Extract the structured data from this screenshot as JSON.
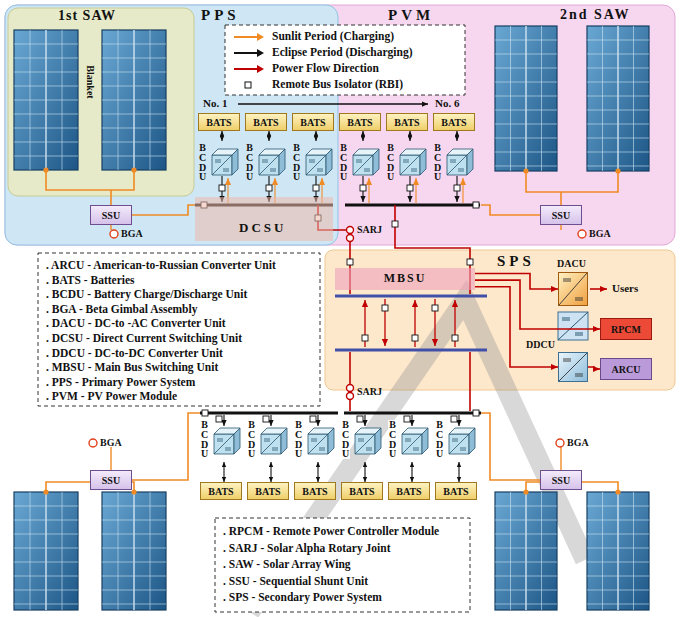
{
  "diagram": {
    "nodes": [
      {
        "text": [
          "PPS"
        ]
      },
      {
        "text": [
          "1st SAW"
        ],
        "in": 0
      },
      {
        "text": [
          "SSU"
        ],
        "in": 0
      },
      {
        "text": [
          "DCSU"
        ],
        "in": 0
      },
      {
        "text": [
          "BATS"
        ],
        "in": 0
      },
      {
        "text": [
          "BATS"
        ],
        "in": 0
      },
      {
        "text": [
          "BATS"
        ],
        "in": 0
      },
      {
        "text": [
          "BCDU"
        ],
        "in": 0
      },
      {
        "text": [
          "BCDU"
        ],
        "in": 0
      },
      {
        "text": [
          "BCDU"
        ],
        "in": 0
      },
      {
        "text": [
          "PVM"
        ]
      },
      {
        "text": [
          "BATS"
        ],
        "in": 10
      },
      {
        "text": [
          "BATS"
        ],
        "in": 10
      },
      {
        "text": [
          "BATS"
        ],
        "in": 10
      },
      {
        "text": [
          "BCDU"
        ],
        "in": 10
      },
      {
        "text": [
          "BCDU"
        ],
        "in": 10
      },
      {
        "text": [
          "BCDU"
        ],
        "in": 10
      },
      {
        "text": [
          "SSU"
        ],
        "in": 10
      },
      {
        "text": [
          "SPS"
        ]
      },
      {
        "text": [
          "MBSU"
        ],
        "in": 18
      },
      {
        "text": [
          "DACU"
        ],
        "in": 18
      },
      {
        "text": [
          "RPCM"
        ],
        "in": 18
      },
      {
        "text": [
          "DDCU"
        ],
        "in": 18
      },
      {
        "text": [
          "ARCU"
        ],
        "in": 18
      },
      {
        "text": [
          "BCDU"
        ]
      },
      {
        "text": [
          "BCDU"
        ]
      },
      {
        "text": [
          "BCDU"
        ]
      },
      {
        "text": [
          "BCDU"
        ]
      },
      {
        "text": [
          "BCDU"
        ]
      },
      {
        "text": [
          "BCDU"
        ]
      },
      {
        "text": [
          "BATS"
        ]
      },
      {
        "text": [
          "BATS"
        ]
      },
      {
        "text": [
          "BATS"
        ]
      },
      {
        "text": [
          "BATS"
        ]
      },
      {
        "text": [
          "BATS"
        ]
      },
      {
        "text": [
          "BATS"
        ]
      },
      {
        "text": [
          "SSU"
        ]
      },
      {
        "text": [
          "SSU"
        ]
      }
    ],
    "edges": [
      {
        "from": 4,
        "to": 7,
        "arrow": "both"
      },
      {
        "from": 5,
        "to": 8,
        "arrow": "both"
      },
      {
        "from": 6,
        "to": 9,
        "arrow": "both"
      },
      {
        "from": 11,
        "to": 14,
        "arrow": "both"
      },
      {
        "from": 12,
        "to": 15,
        "arrow": "both"
      },
      {
        "from": 13,
        "to": 16,
        "arrow": "both"
      },
      {
        "from": 30,
        "to": 24,
        "arrow": "both"
      },
      {
        "from": 31,
        "to": 25,
        "arrow": "both"
      },
      {
        "from": 32,
        "to": 26,
        "arrow": "both"
      },
      {
        "from": 33,
        "to": 27,
        "arrow": "both"
      },
      {
        "from": 34,
        "to": 28,
        "arrow": "both"
      },
      {
        "from": 35,
        "to": 29,
        "arrow": "both"
      },
      {
        "from": 19,
        "to": 20,
        "arrow": "to"
      },
      {
        "from": 19,
        "to": 21,
        "arrow": "to"
      },
      {
        "from": 19,
        "to": 22,
        "arrow": "to"
      },
      {
        "from": 22,
        "to": 23,
        "arrow": "to"
      }
    ],
    "labels": [
      "2nd SAW",
      "Blanket",
      "No. 1",
      "No. 6",
      "BGA",
      "BGA",
      "SARJ",
      "Users",
      "SARJ",
      "BGA",
      "BGA",
      ". ARCU - American-to-Russian Converter Unit",
      ". BATS - Batteries",
      ". BCDU - Battery Charge/Discharge Unit",
      ". BGA - Beta Gimbal Assembly",
      ". DACU - DC-to -AC Converter Unit",
      ". DCSU - Direct Current Switching Unit",
      ". DDCU - DC-to-DC Converter Unit",
      ". MBSU - Main Bus Switching Unit",
      ". PPS - Primary Power System",
      ". PVM - PV Power Module",
      ". RPCM - Remote Power Controller Module",
      ". SARJ - Solar Alpha Rotary Joint",
      ". SAW - Solar Array Wing",
      ". SSU - Sequential Shunt Unit",
      ". SPS - Secondary Power System"
    ],
    "legend": [
      {
        "text": "Sunlit Period (Charging)"
      },
      {
        "text": "Eclipse Period (Discharging)"
      },
      {
        "text": "Power Flow Direction"
      },
      {
        "text": "Remote Bus Isolator (RBI)"
      }
    ]
  }
}
